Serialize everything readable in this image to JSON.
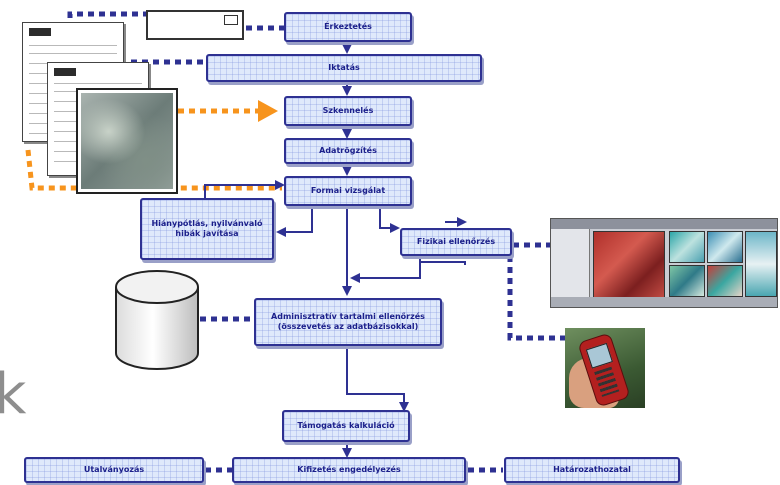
{
  "steps": {
    "erkeztetes": "Érkeztetés",
    "iktatas": "Iktatás",
    "szkenneles": "Szkennelés",
    "adatrogzites": "Adatrögzítés",
    "formai": "Formai vizsgálat",
    "hianypotlas": "Hiánypótlás, nyilvánvaló hibák javítása",
    "fizikai": "Fizikai ellenőrzés",
    "adminisztrativ": "Adminisztratív tartalmi ellenőrzés (összevetés az adatbázisokkal)",
    "tamogatas": "Támogatás kalkuláció",
    "utalvanyozas": "Utalványozás",
    "kifizetes": "Kifizetés engedélyezés",
    "hatarozat": "Határozathozatal"
  },
  "partial_text": "k",
  "colors": {
    "box_border": "#2e3192",
    "box_fill": "#dfe9fb",
    "arrow": "#2e3192",
    "scan_arrow": "#f7941d"
  },
  "icons": {
    "documents": "application-forms-icon",
    "envelope": "envelope-icon",
    "aerial_photo": "aerial-photo-icon",
    "database": "database-cylinder-icon",
    "gis_screens": "gis-software-screenshot-icon",
    "gps_handheld": "gps-handheld-device-icon"
  }
}
